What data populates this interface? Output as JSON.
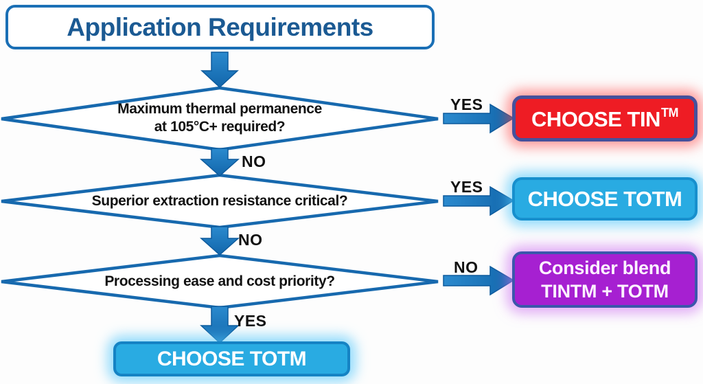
{
  "title": "Application Requirements",
  "diamonds": [
    {
      "line1": "Maximum thermal permanence",
      "line2": "at 105°C+ required?"
    },
    {
      "line1": "Superior extraction resistance critical?"
    },
    {
      "line1": "Processing ease and cost priority?"
    }
  ],
  "labels": {
    "d1_right": "YES",
    "d1_down": "NO",
    "d2_right": "YES",
    "d2_down": "NO",
    "d3_right": "NO",
    "d3_down": "YES"
  },
  "results": {
    "tin": {
      "text": "CHOOSE TIN",
      "tm": "TM"
    },
    "totm": {
      "text": "CHOOSE TOTM"
    },
    "blend": {
      "line1": "Consider blend",
      "line2": "TINTM + TOTM"
    },
    "final": {
      "text": "CHOOSE TOTM"
    }
  },
  "colors": {
    "flow_blue": "#1a6fb5",
    "arrow_blue": "#1b76bc",
    "title_text": "#1b5a93",
    "tin_red": "#ee1c24",
    "tin_border": "#45519c",
    "totm_cyan": "#29abe2",
    "totm_border": "#178fcd",
    "blend_purple": "#a620d1",
    "blend_border": "#3b57ab",
    "question_text": "#111111"
  }
}
